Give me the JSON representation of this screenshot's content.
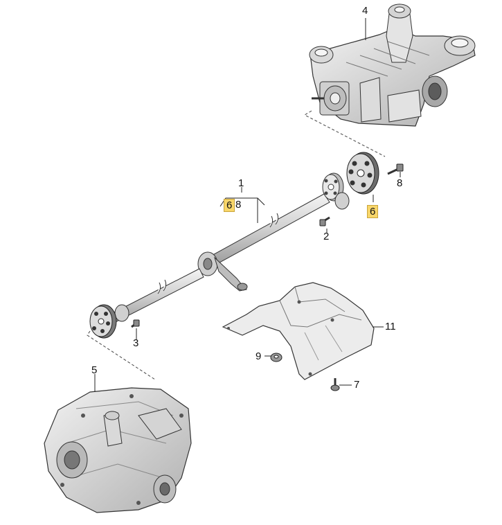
{
  "diagram": {
    "colors": {
      "line": "#222222",
      "part_fill": "#e6e6e6",
      "part_dark": "#8c8c8c",
      "highlight": "#f8d66a"
    },
    "callouts": [
      {
        "id": "1",
        "text": "1"
      },
      {
        "id": "6a",
        "text": "6",
        "highlighted": true
      },
      {
        "id": "8a",
        "text": "8"
      },
      {
        "id": "2",
        "text": "2"
      },
      {
        "id": "3",
        "text": "3"
      },
      {
        "id": "4",
        "text": "4"
      },
      {
        "id": "5",
        "text": "5"
      },
      {
        "id": "6b",
        "text": "6",
        "highlighted": true
      },
      {
        "id": "7",
        "text": "7"
      },
      {
        "id": "8b",
        "text": "8"
      },
      {
        "id": "9",
        "text": "9"
      },
      {
        "id": "11",
        "text": "11"
      }
    ],
    "parts": [
      {
        "name": "propshaft",
        "callout": "1"
      },
      {
        "name": "front-flex-disc",
        "callout": "6"
      },
      {
        "name": "rear-flex-disc",
        "callout": "6"
      },
      {
        "name": "rear-final-drive",
        "callout": "4"
      },
      {
        "name": "gearbox",
        "callout": "5"
      },
      {
        "name": "heat-shield",
        "callout": "11"
      }
    ]
  }
}
